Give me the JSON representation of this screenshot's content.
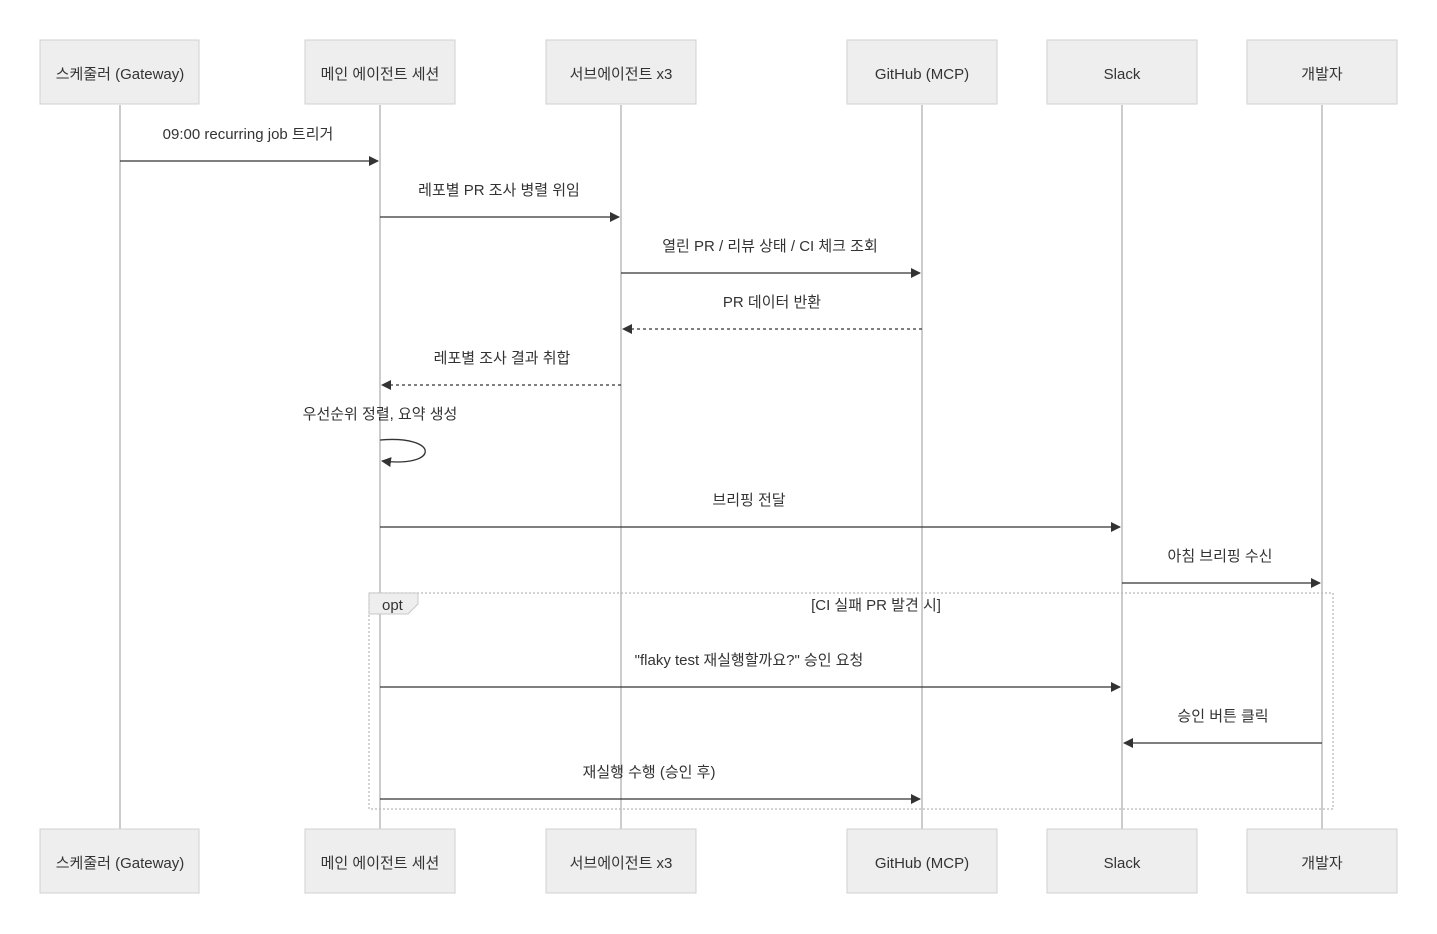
{
  "actors": [
    {
      "id": "scheduler",
      "label": "스케줄러 (Gateway)"
    },
    {
      "id": "main",
      "label": "메인 에이전트 세션"
    },
    {
      "id": "sub",
      "label": "서브에이전트 x3"
    },
    {
      "id": "github",
      "label": "GitHub (MCP)"
    },
    {
      "id": "slack",
      "label": "Slack"
    },
    {
      "id": "dev",
      "label": "개발자"
    }
  ],
  "messages": [
    {
      "from": "scheduler",
      "to": "main",
      "label": "09:00 recurring job 트리거",
      "style": "solid"
    },
    {
      "from": "main",
      "to": "sub",
      "label": "레포별 PR 조사 병렬 위임",
      "style": "solid"
    },
    {
      "from": "sub",
      "to": "github",
      "label": "열린 PR / 리뷰 상태 / CI 체크 조회",
      "style": "solid"
    },
    {
      "from": "github",
      "to": "sub",
      "label": "PR 데이터 반환",
      "style": "dashed"
    },
    {
      "from": "sub",
      "to": "main",
      "label": "레포별 조사 결과 취합",
      "style": "dashed"
    },
    {
      "from": "main",
      "to": "main",
      "label": "우선순위 정렬, 요약 생성",
      "style": "self"
    },
    {
      "from": "main",
      "to": "slack",
      "label": "브리핑 전달",
      "style": "solid"
    },
    {
      "from": "slack",
      "to": "dev",
      "label": "아침 브리핑 수신",
      "style": "solid"
    },
    {
      "from": "main",
      "to": "slack",
      "label": "\"flaky test 재실행할까요?\" 승인 요청",
      "style": "solid"
    },
    {
      "from": "dev",
      "to": "slack",
      "label": "승인 버튼 클릭",
      "style": "solid"
    },
    {
      "from": "main",
      "to": "github",
      "label": "재실행 수행 (승인 후)",
      "style": "solid"
    }
  ],
  "frame": {
    "kind": "opt",
    "condition": "[CI 실패 PR 발견 시]"
  }
}
